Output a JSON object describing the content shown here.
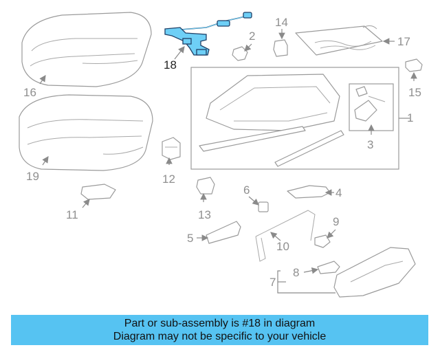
{
  "diagram": {
    "highlight_color": "#6ecff6",
    "callouts": [
      "1",
      "2",
      "3",
      "4",
      "5",
      "6",
      "7",
      "8",
      "9",
      "10",
      "11",
      "12",
      "13",
      "14",
      "15",
      "16",
      "17",
      "18",
      "19"
    ],
    "highlighted_callout": "18"
  },
  "banner": {
    "line1": "Part or sub-assembly is #18 in diagram",
    "line2": "Diagram may not be specific to your vehicle",
    "background": "#56c3f2"
  }
}
